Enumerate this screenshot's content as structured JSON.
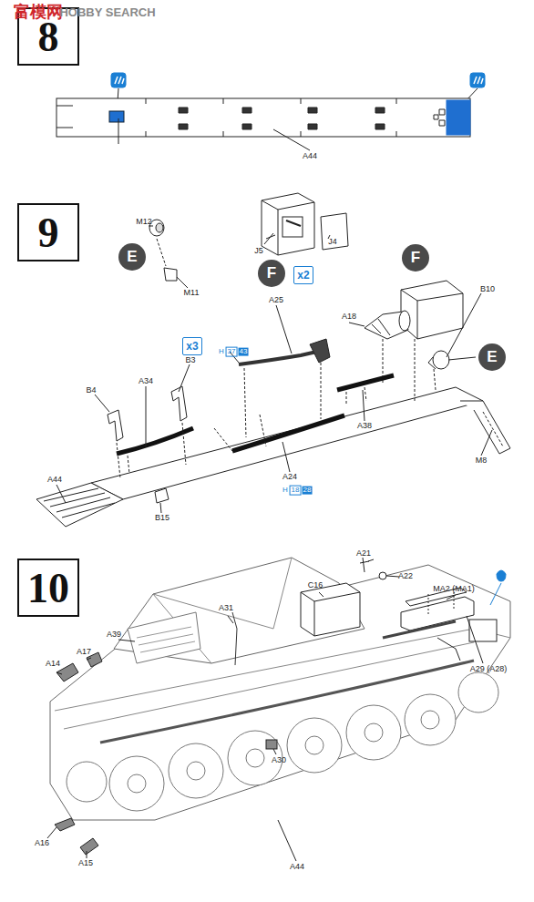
{
  "diagram": {
    "nodes": [
      {
        "text": [
          "8"
        ]
      },
      {
        "text": [
          "9"
        ]
      },
      {
        "text": [
          "E"
        ]
      },
      {
        "text": [
          "F"
        ]
      },
      {
        "text": [
          "x2"
        ]
      },
      {
        "text": [
          "F"
        ]
      },
      {
        "text": [
          "x3"
        ]
      },
      {
        "text": [
          "E"
        ]
      },
      {
        "text": [
          "10"
        ]
      }
    ],
    "labels": [
      "富模网",
      "HOBBY SEARCH",
      "A44",
      "M12",
      "M11",
      "J5",
      "J4",
      "A18",
      "B10",
      "A25",
      "H",
      "37",
      "43",
      "B3",
      "B4",
      "A34",
      "A38",
      "M8",
      "A24",
      "H",
      "18",
      "28",
      "A44",
      "B15",
      "A21",
      "A22",
      "C16",
      "MA2 (MA1)",
      "A29 (A28)",
      "A31",
      "A39",
      "A14",
      "A17",
      "A16",
      "A15",
      "A30",
      "A44"
    ]
  }
}
